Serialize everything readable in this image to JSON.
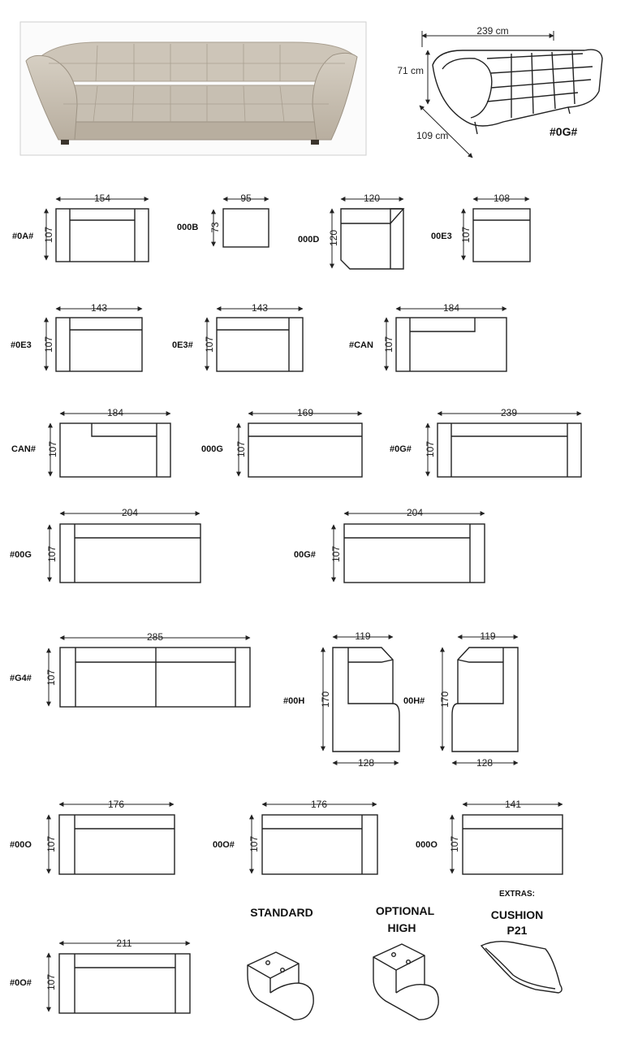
{
  "hero": {
    "code": "#0G#",
    "width_label": "239 cm",
    "height_label": "71 cm",
    "depth_label": "109 cm"
  },
  "modules": [
    {
      "code": "#0A#",
      "width": "154",
      "depth": "107"
    },
    {
      "code": "000B",
      "width": "95",
      "depth": "73"
    },
    {
      "code": "000D",
      "width": "120",
      "depth": "120"
    },
    {
      "code": "00E3",
      "width": "108",
      "depth": "107"
    },
    {
      "code": "#0E3",
      "width": "143",
      "depth": "107"
    },
    {
      "code": "0E3#",
      "width": "143",
      "depth": "107"
    },
    {
      "code": "#CAN",
      "width": "184",
      "depth": "107"
    },
    {
      "code": "CAN#",
      "width": "184",
      "depth": "107"
    },
    {
      "code": "000G",
      "width": "169",
      "depth": "107"
    },
    {
      "code": "#0G#",
      "width": "239",
      "depth": "107"
    },
    {
      "code": "#00G",
      "width": "204",
      "depth": "107"
    },
    {
      "code": "00G#",
      "width": "204",
      "depth": "107"
    },
    {
      "code": "#G4#",
      "width": "285",
      "depth": "107"
    },
    {
      "code": "#00H",
      "width": "119",
      "depth": "170",
      "width_bottom": "128"
    },
    {
      "code": "00H#",
      "width": "119",
      "depth": "170",
      "width_bottom": "128"
    },
    {
      "code": "#00O",
      "width": "176",
      "depth": "107"
    },
    {
      "code": "00O#",
      "width": "176",
      "depth": "107"
    },
    {
      "code": "000O",
      "width": "141",
      "depth": "107"
    },
    {
      "code": "#0O#",
      "width": "211",
      "depth": "107"
    }
  ],
  "feet": {
    "standard_label": "STANDARD",
    "optional_label_1": "OPTIONAL",
    "optional_label_2": "HIGH"
  },
  "extras": {
    "title": "EXTRAS:",
    "cushion_label_1": "CUSHION",
    "cushion_label_2": "P21"
  }
}
